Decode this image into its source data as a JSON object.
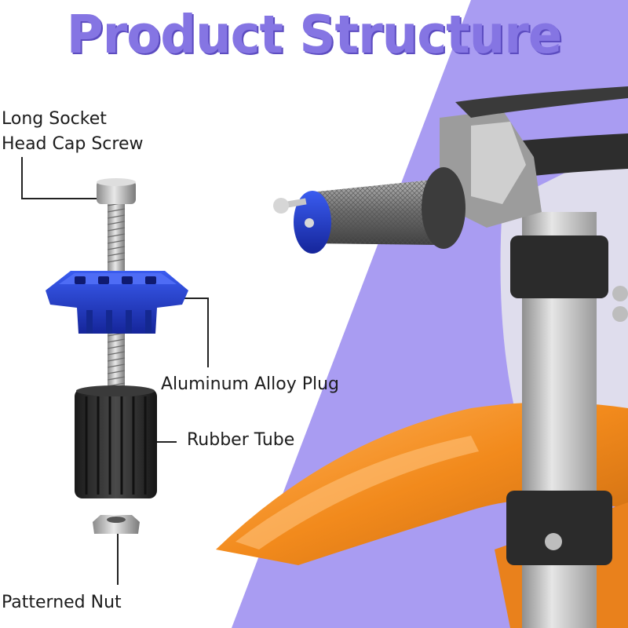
{
  "title": "Product Structure",
  "parts": {
    "screw": {
      "line1": "Long Socket",
      "line2": "Head Cap Screw"
    },
    "plug": "Aluminum Alloy Plug",
    "tube": "Rubber Tube",
    "nut": "Patterned Nut"
  },
  "colors": {
    "title": "#8575e3",
    "background_band": "#a99cf2",
    "anodized_blue": "#1f3fcf",
    "fender_orange": "#f08a1e",
    "rubber": "#2a2a2a",
    "steel": "#c4c4c4"
  }
}
